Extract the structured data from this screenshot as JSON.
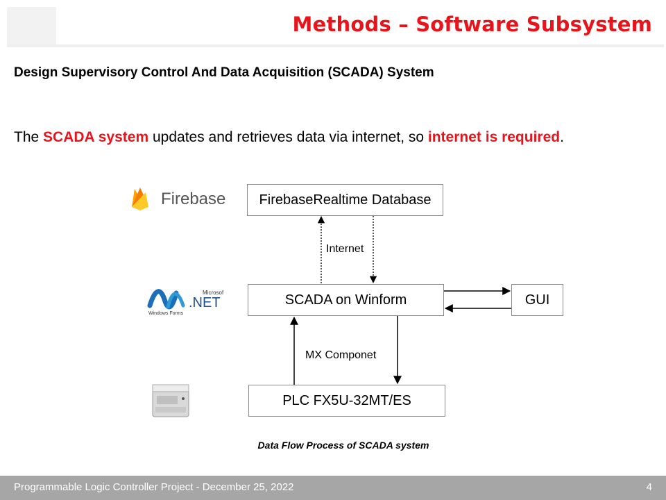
{
  "header": {
    "title": "Methods – Software Subsystem"
  },
  "subtitle": "Design Supervisory Control And Data Acquisition (SCADA) System",
  "statement": {
    "part1": "The ",
    "hl1": "SCADA system",
    "part2": " updates and retrieves data via internet,  so ",
    "hl2": "internet is required",
    "part3": "."
  },
  "diagram": {
    "nodes": {
      "firebase_db": "FirebaseRealtime Database",
      "scada": "SCADA on Winform",
      "gui": "GUI",
      "plc": "PLC FX5U-32MT/ES"
    },
    "edge_labels": {
      "internet": "Internet",
      "mx": "MX Componet"
    },
    "logos": {
      "firebase": {
        "icon": "firebase-flame-icon",
        "text": "Firebase"
      },
      "dotnet": {
        "icon": "dotnet-logo-icon",
        "brand": "Microsoft",
        "net": ".NET",
        "sub": "Windows Forms"
      },
      "plc": {
        "icon": "plc-device-icon"
      }
    }
  },
  "caption": "Data Flow Process of SCADA system",
  "footer": {
    "left": "Programmable Logic Controller Project - December 25, 2022",
    "page": "4"
  },
  "colors": {
    "accent": "#e8141b",
    "footer_bg": "#a6a6a6"
  }
}
